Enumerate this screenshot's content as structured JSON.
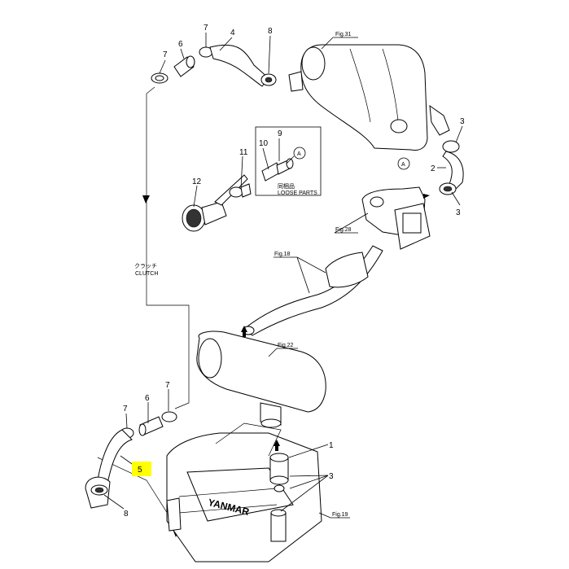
{
  "callouts": {
    "p1": "1",
    "p2": "2",
    "p3a": "3",
    "p3b": "3",
    "p3c": "3",
    "p4": "4",
    "p5": "5",
    "p6a": "6",
    "p6b": "6",
    "p7a": "7",
    "p7b": "7",
    "p7c": "7",
    "p7d": "7",
    "p8a": "8",
    "p8b": "8",
    "p9": "9",
    "p10": "10",
    "p11": "11",
    "p12": "12"
  },
  "figure_refs": {
    "fig31": "Fig.31",
    "fig28": "Fig.28",
    "fig18": "Fig.18",
    "fig22": "Fig.22",
    "fig19": "Fig.19"
  },
  "markers": {
    "a1": "A",
    "a2": "A"
  },
  "loose_parts": {
    "jp": "同梱品",
    "en": "LOOSE PARTS"
  },
  "clutch": {
    "jp": "クラッチ",
    "en": "CLUTCH"
  },
  "engine_brand": "YANMAR",
  "highlight_color": "#ffff00"
}
